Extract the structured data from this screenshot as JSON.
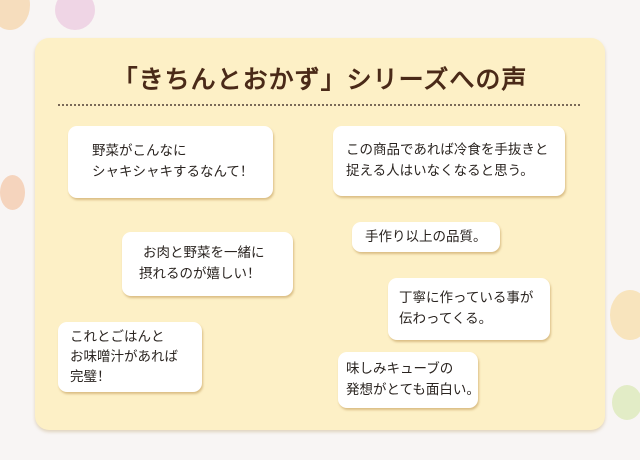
{
  "title": "「きちんとおかず」シリーズへの声",
  "comments": [
    {
      "lines": [
        "野菜がこんなに",
        "シャキシャキするなんて！"
      ]
    },
    {
      "lines": [
        "この商品であれば冷食を手抜きと",
        "捉える人はいなくなると思う。"
      ]
    },
    {
      "lines": [
        "手作り以上の品質。"
      ]
    },
    {
      "lines": [
        "お肉と野菜を一緒に",
        "摂れるのが嬉しい！"
      ]
    },
    {
      "lines": [
        "丁寧に作っている事が",
        "伝わってくる。"
      ]
    },
    {
      "lines": [
        "これとごはんと",
        "お味噌汁があれば",
        "完璧！"
      ]
    },
    {
      "lines": [
        "味しみキューブの",
        "発想がとても面白い。"
      ]
    }
  ],
  "colors": {
    "panel": "#fdf0c6",
    "title": "#4a2a18",
    "background": "#f8f5f4"
  }
}
